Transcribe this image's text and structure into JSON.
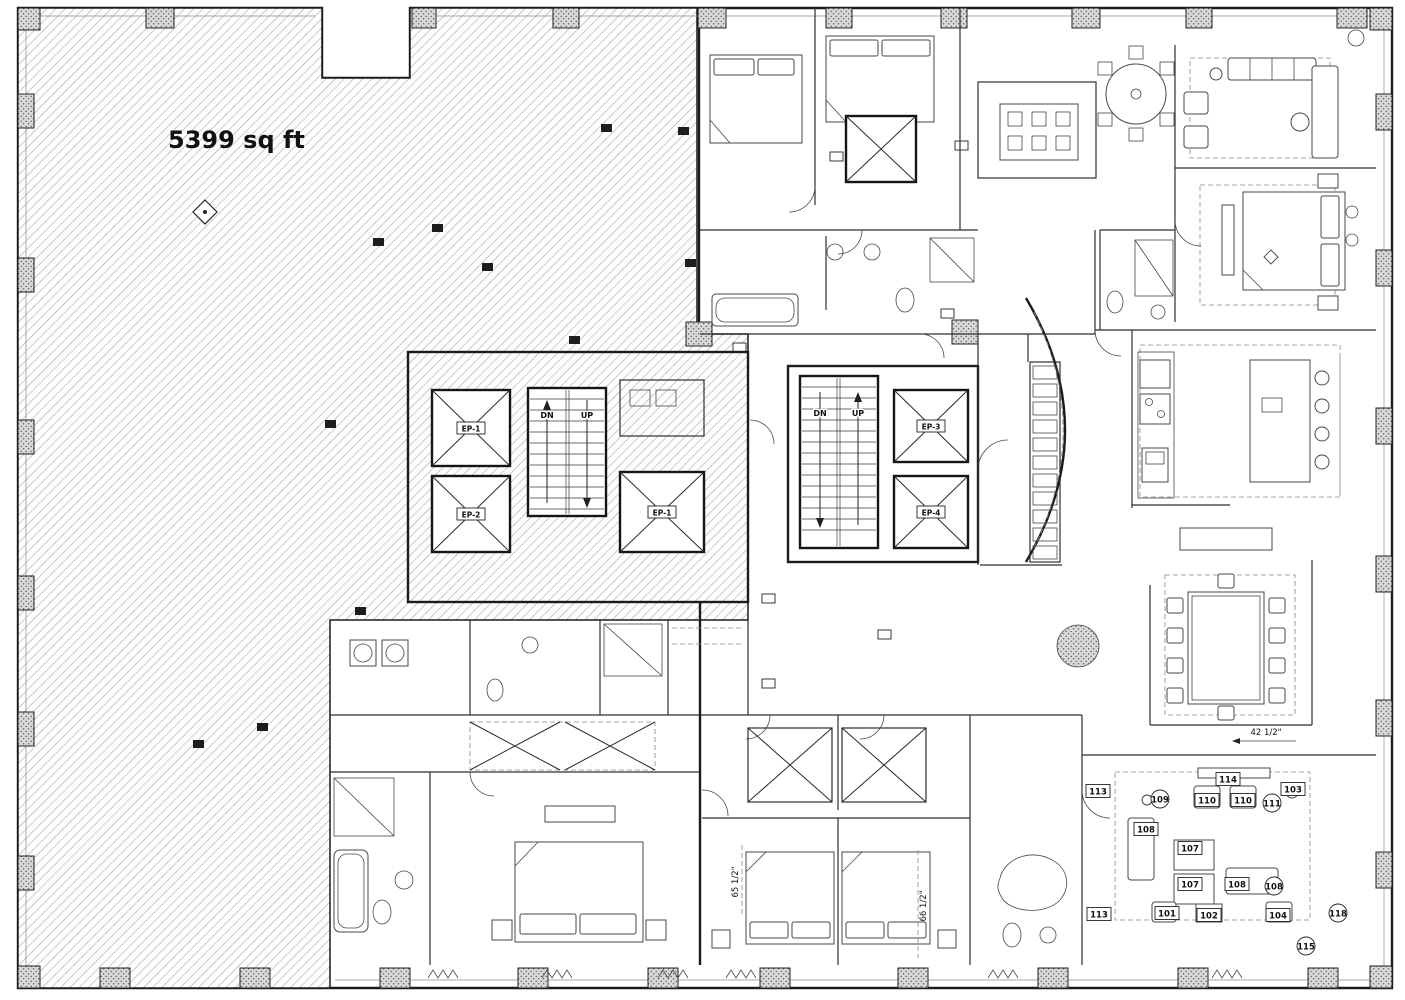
{
  "plan": {
    "area_label": "5399 sq ft",
    "stairs": {
      "dn": "DN",
      "up": "UP"
    },
    "elevators": {
      "ep1": "EP-1",
      "ep2": "EP-2",
      "ep3": "EP-3",
      "ep4": "EP-4",
      "ep5": "EP-1"
    },
    "dimensions": {
      "d1": "42 1/2\"",
      "d2": "65 1/2\"",
      "d3": "66 1/2\""
    },
    "callouts": [
      "113",
      "114",
      "110",
      "110",
      "111",
      "109",
      "103",
      "108",
      "107",
      "107",
      "108",
      "108",
      "101",
      "102",
      "104",
      "113",
      "115",
      "118"
    ]
  }
}
